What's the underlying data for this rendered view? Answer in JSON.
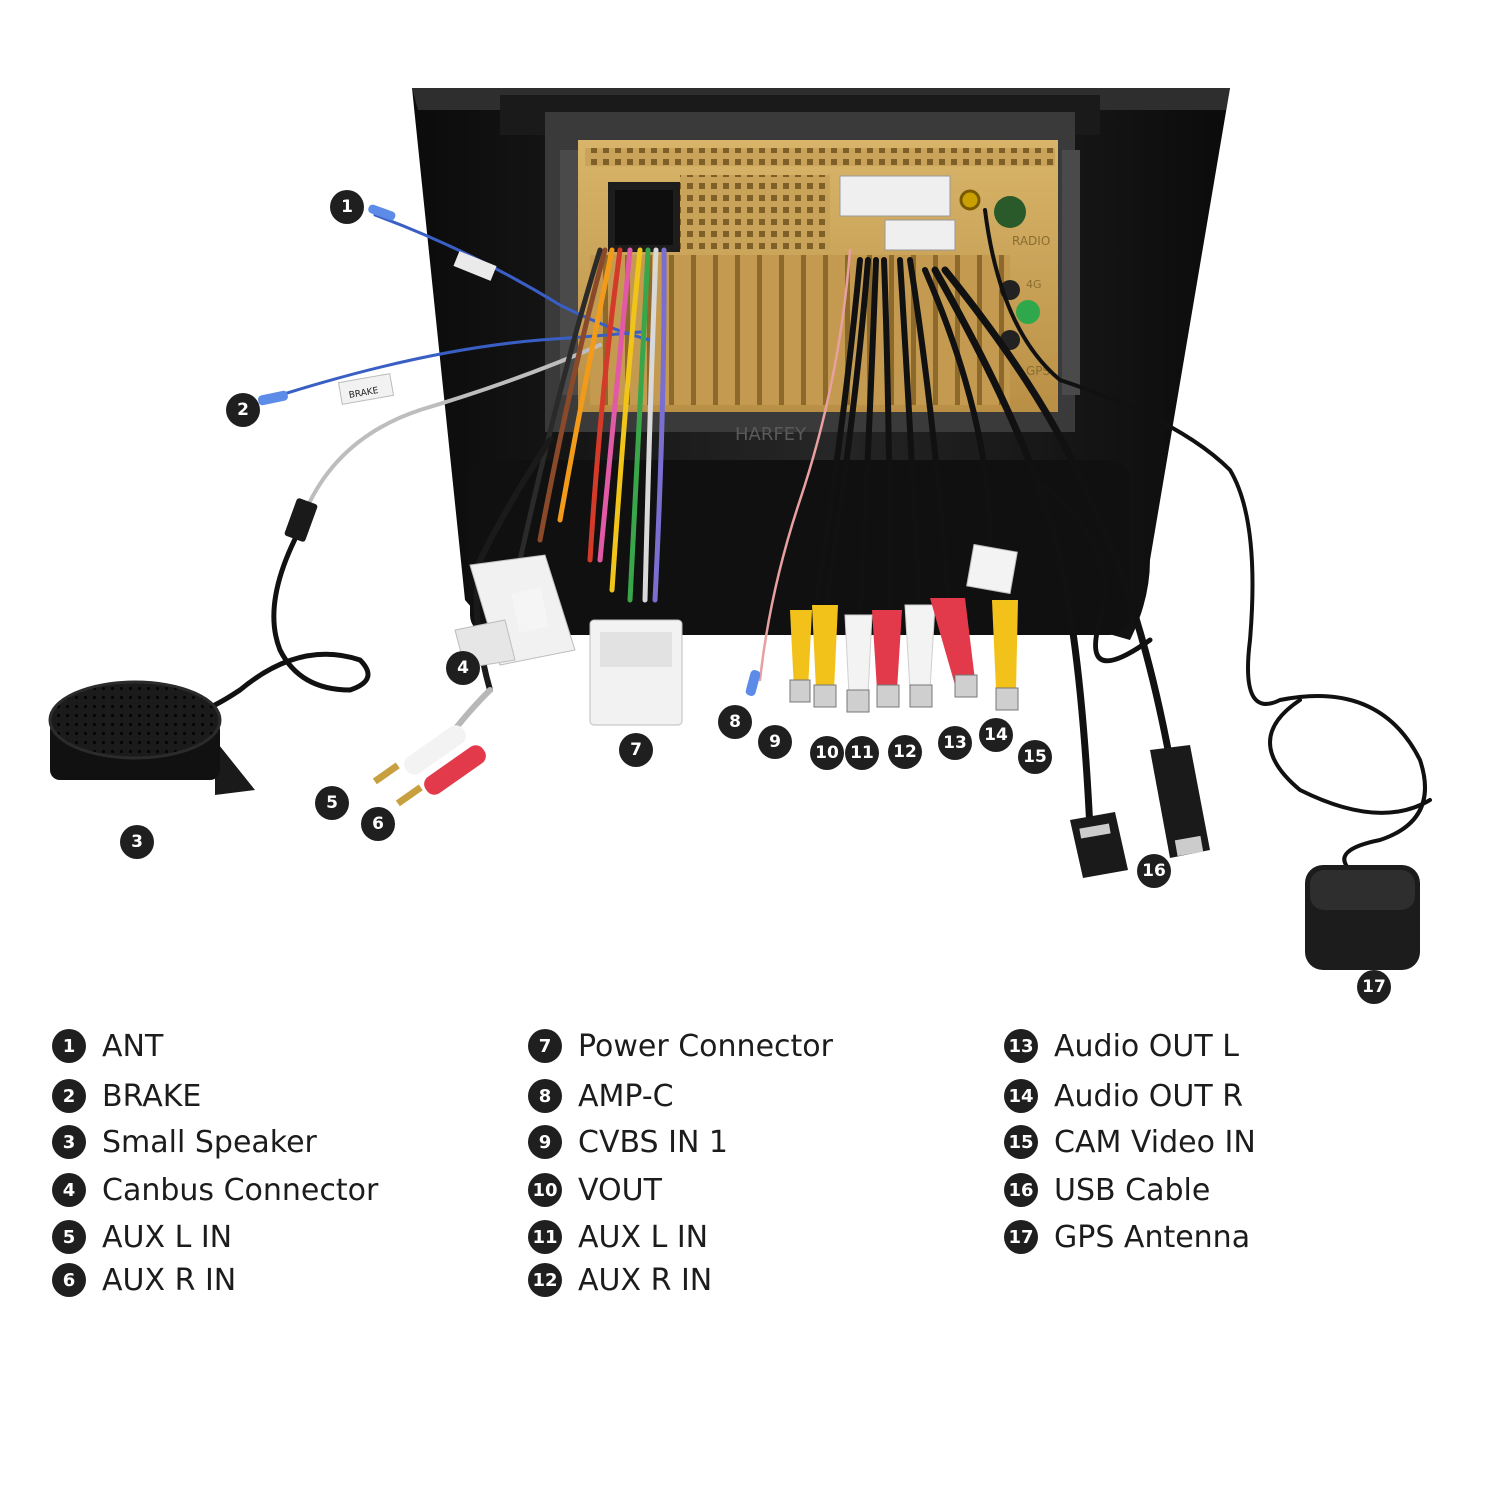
{
  "diagram": {
    "unit_label": "HARFEY",
    "unit_ports": [
      "RADIO",
      "4G",
      "GPS"
    ],
    "tag_brake": "BRAKE",
    "callouts": [
      "1",
      "2",
      "3",
      "4",
      "5",
      "6",
      "7",
      "8",
      "9",
      "10",
      "11",
      "12",
      "13",
      "14",
      "15",
      "16",
      "17"
    ]
  },
  "legend": {
    "columns": [
      [
        {
          "num": "1",
          "label": "ANT"
        },
        {
          "num": "2",
          "label": "BRAKE"
        },
        {
          "num": "3",
          "label": "Small Speaker"
        },
        {
          "num": "4",
          "label": "Canbus Connector"
        },
        {
          "num": "5",
          "label": "AUX L IN"
        },
        {
          "num": "6",
          "label": "AUX R IN"
        }
      ],
      [
        {
          "num": "7",
          "label": "Power Connector"
        },
        {
          "num": "8",
          "label": "AMP-C"
        },
        {
          "num": "9",
          "label": "CVBS IN 1"
        },
        {
          "num": "10",
          "label": "VOUT"
        },
        {
          "num": "11",
          "label": "AUX L IN"
        },
        {
          "num": "12",
          "label": "AUX R IN"
        }
      ],
      [
        {
          "num": "13",
          "label": "Audio OUT L"
        },
        {
          "num": "14",
          "label": "Audio OUT R"
        },
        {
          "num": "15",
          "label": "CAM Video IN"
        },
        {
          "num": "16",
          "label": "USB Cable"
        },
        {
          "num": "17",
          "label": "GPS Antenna"
        }
      ]
    ]
  },
  "colors": {
    "panel": "#141414",
    "unit_back": "#c9a35a",
    "rca_yellow": "#f2c21b",
    "rca_white": "#f3f3f3",
    "rca_red": "#e23a4b",
    "callout": "#1f1f1f"
  }
}
